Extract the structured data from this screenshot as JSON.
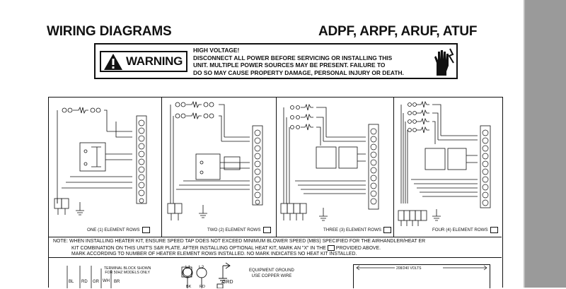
{
  "header": {
    "left_title": "WIRING DIAGRAMS",
    "right_title": "ADPF, ARPF, ARUF, ATUF"
  },
  "warning": {
    "label": "WARNING",
    "lines": [
      "HIGH VOLTAGE!",
      "DISCONNECT ALL POWER BEFORE SERVICING OR INSTALLING THIS",
      "UNIT.  MULTIPLE POWER SOURCES MAY BE PRESENT.  FAILURE TO",
      "DO SO MAY CAUSE PROPERTY DAMAGE, PERSONAL INJURY OR DEATH."
    ]
  },
  "diagrams": [
    {
      "caption": "ONE (1) ELEMENT ROWS"
    },
    {
      "caption": "TWO (2) ELEMENT ROWS"
    },
    {
      "caption": "THREE (3) ELEMENT ROWS"
    },
    {
      "caption": "FOUR (4) ELEMENT ROWS"
    }
  ],
  "note": {
    "line1": "NOTE: WHEN INSTALLING HEATER KIT, ENSURE SPEED TAP DOES NOT EXCEED MINIMUM BLOWER SPEED (MBS) SPECIFIED FOR THE AIRHANDLER/HEAT  ER",
    "line2a": "KIT COMBINATION ON THIS UNIT'S S&R PLATE. AFTER INSTALLING OPTIONAL HEAT KIT, MARK AN \"X\" IN THE",
    "line2b": "PROVIDED ABOVE.",
    "line3": "MARK ACCORDING TO NUMBER OF HEATER ELEMENT ROWS INSTALLED. NO MARK INDICATES NO HEAT KIT INSTALLED."
  },
  "bottom": {
    "terminal_caption_1": "TERMINAL BLOCK SHOWN",
    "terminal_caption_2": "FOR 50HZ MODELS ONLY",
    "wire_labels": [
      "BL",
      "RD",
      "GR",
      "WH",
      "BR"
    ],
    "l1": "L1",
    "l2": "L2",
    "bk": "BK",
    "rd": "RD",
    "grd": "GRD",
    "ground_1": "EQUIPMENT  GROUND",
    "ground_2": "USE  COPPER  WIRE",
    "volts": "208/240 VOLTS"
  }
}
